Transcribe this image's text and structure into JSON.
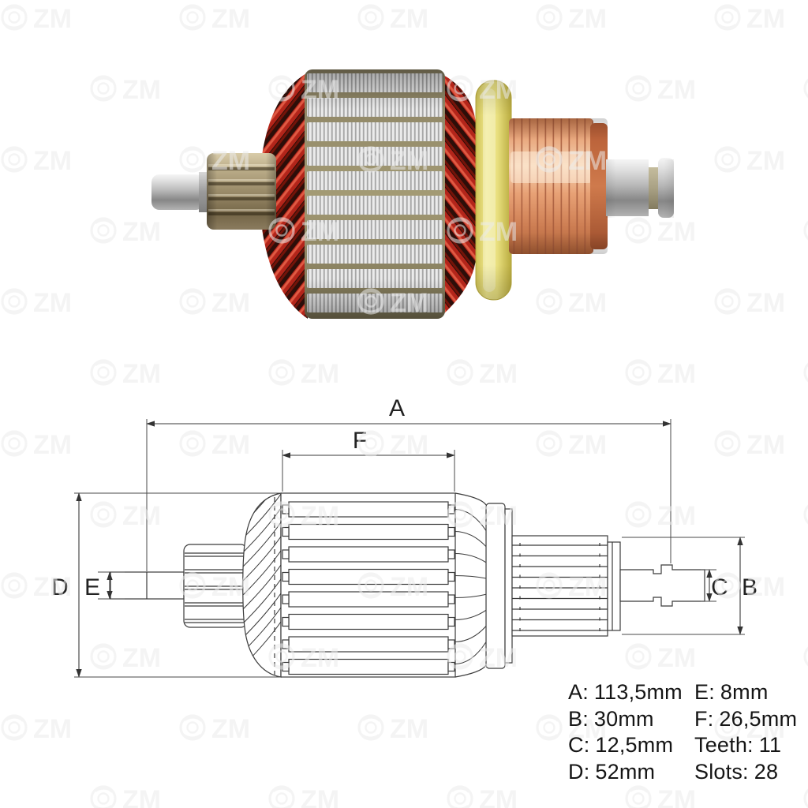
{
  "watermark": {
    "text": "ZM",
    "color": "#ebebeb"
  },
  "photo": {
    "colors": {
      "winding_red": "#b3251a",
      "commutator_copper": "#e8a87e",
      "insulator_yellow": "#efe78e",
      "steel_gray": "#b9b9b9",
      "gear_bronze": "#9a8b69"
    }
  },
  "diagram": {
    "line_color": "#3b3b3b",
    "dim_labels": {
      "A": "A",
      "B": "B",
      "C": "C",
      "D": "D",
      "E": "E",
      "F": "F"
    }
  },
  "specs": {
    "left": [
      {
        "label": "A:",
        "value": "113,5mm"
      },
      {
        "label": "B:",
        "value": "30mm"
      },
      {
        "label": "C:",
        "value": "12,5mm"
      },
      {
        "label": "D:",
        "value": "52mm"
      }
    ],
    "right": [
      {
        "label": "E:",
        "value": "8mm"
      },
      {
        "label": "F:",
        "value": "26,5mm"
      },
      {
        "label": "Teeth:",
        "value": "11"
      },
      {
        "label": "Slots:",
        "value": "28"
      }
    ]
  }
}
